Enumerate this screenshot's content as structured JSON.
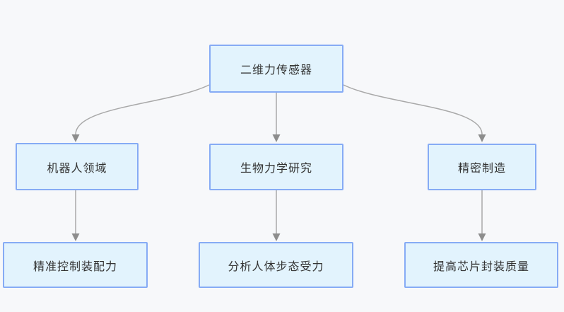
{
  "nodes": {
    "root": {
      "label": "二维力传感器"
    },
    "mid_left": {
      "label": "机器人领域"
    },
    "mid_center": {
      "label": "生物力学研究"
    },
    "mid_right": {
      "label": "精密制造"
    },
    "bottom_left": {
      "label": "精准控制装配力"
    },
    "bottom_center": {
      "label": "分析人体步态受力"
    },
    "bottom_right": {
      "label": "提高芯片封装质量"
    }
  },
  "edges": [
    {
      "from": "二维力传感器",
      "to": "机器人领域"
    },
    {
      "from": "二维力传感器",
      "to": "生物力学研究"
    },
    {
      "from": "二维力传感器",
      "to": "精密制造"
    },
    {
      "from": "机器人领域",
      "to": "精准控制装配力"
    },
    {
      "from": "生物力学研究",
      "to": "分析人体步态受力"
    },
    {
      "from": "精密制造",
      "to": "提高芯片封装质量"
    }
  ],
  "colors": {
    "background": "#f7f8fa",
    "node_fill": "#e2f3fd",
    "node_border": "#86abf5",
    "edge_line": "#a9a9a9",
    "arrowhead": "#8d8d8d",
    "text": "#333333"
  }
}
